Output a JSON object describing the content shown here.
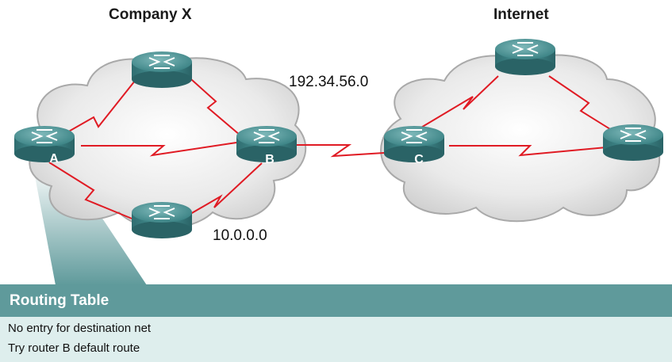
{
  "diagram": {
    "left_cloud_title": "Company X",
    "right_cloud_title": "Internet",
    "top_link_network": "192.34.56.0",
    "left_cloud_network": "10.0.0.0",
    "routers": [
      {
        "id": "top-left",
        "label": ""
      },
      {
        "id": "A",
        "label": "A"
      },
      {
        "id": "B",
        "label": "B"
      },
      {
        "id": "bottom-left",
        "label": ""
      },
      {
        "id": "C",
        "label": "C"
      },
      {
        "id": "top-right",
        "label": ""
      },
      {
        "id": "right",
        "label": ""
      }
    ]
  },
  "routing_table": {
    "title": "Routing Table",
    "lines": [
      "No entry for destination net",
      "Try router B default route"
    ]
  },
  "colors": {
    "link": "#e01b24",
    "router": "#3e8587",
    "panel_header": "#5f9a9b",
    "panel_body": "#deeeed"
  }
}
